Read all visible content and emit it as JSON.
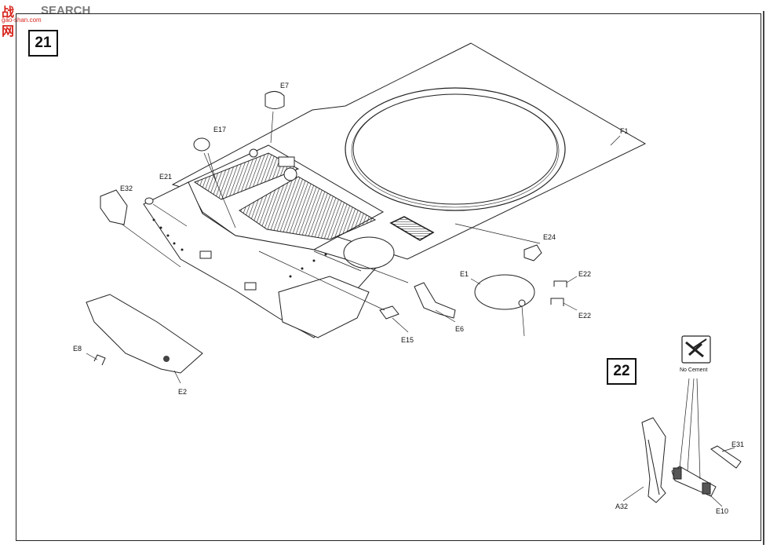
{
  "watermark": {
    "logo": "战网",
    "search": "SEARCH",
    "url": "gao-shan.com"
  },
  "steps": {
    "step21": "21",
    "step22": "22"
  },
  "no_cement": {
    "label": "No Cement"
  },
  "parts": {
    "E7": "E7",
    "E17": "E17",
    "E21": "E21",
    "E32": "E32",
    "F1": "F1",
    "E24": "E24",
    "E1": "E1",
    "E22a": "E22",
    "E22b": "E22",
    "E6": "E6",
    "E15": "E15",
    "E8": "E8",
    "E2": "E2",
    "E31": "E31",
    "A32": "A32",
    "E10": "E10"
  }
}
